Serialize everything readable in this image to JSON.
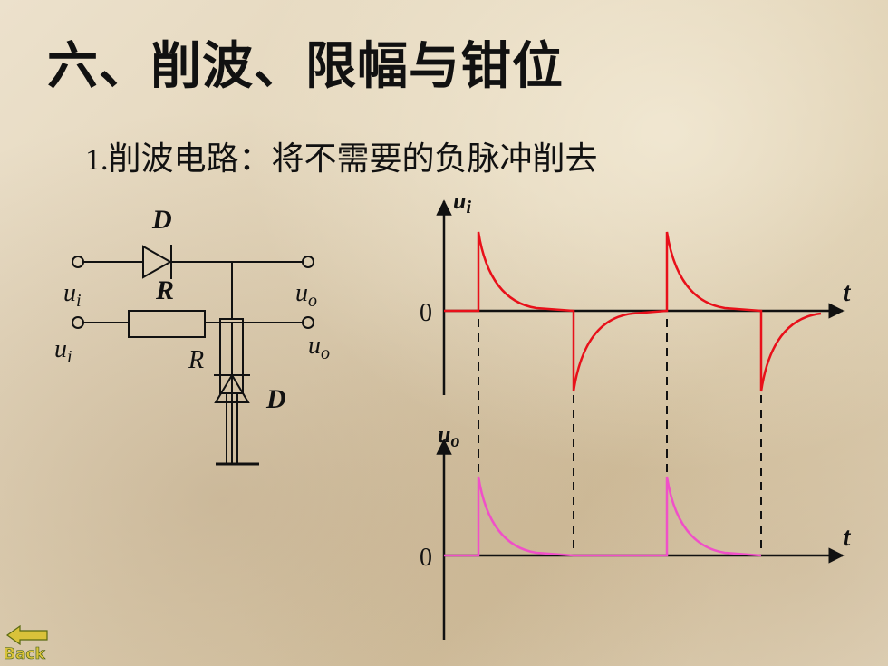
{
  "title": "六、削波、限幅与钳位",
  "subtitle": {
    "number": "1.",
    "text": "削波电路：将不需要的负脉冲削去"
  },
  "circuit": {
    "series": {
      "diode_label": "D",
      "resistor_label": "R",
      "input_label": "u",
      "input_sub": "i",
      "output_label": "u",
      "output_sub": "o"
    },
    "shunt": {
      "resistor_label": "R",
      "diode_label": "D",
      "input_label": "u",
      "input_sub": "i",
      "output_label": "u",
      "output_sub": "o"
    }
  },
  "graphs": {
    "input": {
      "y_label": "u",
      "y_sub": "i",
      "x_label": "t",
      "origin": "0",
      "color": "#e8101a"
    },
    "output": {
      "y_label": "u",
      "y_sub": "o",
      "x_label": "t",
      "origin": "0",
      "color": "#f050c8"
    }
  },
  "back_button": {
    "label": "Back"
  }
}
